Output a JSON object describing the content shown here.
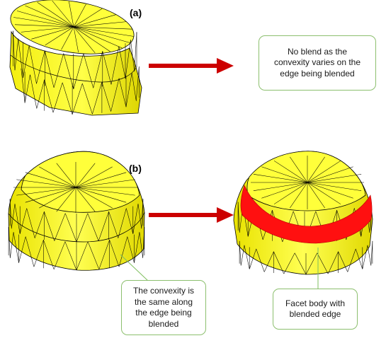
{
  "labels": {
    "panel_a": "(a)",
    "panel_b": "(b)"
  },
  "callouts": {
    "no_blend": [
      "No blend as the",
      "convexity varies on the",
      "edge being blended"
    ],
    "convexity_same": [
      "The convexity is",
      "the same along",
      "the edge being",
      "blended"
    ],
    "facet_body": [
      "Facet body with",
      "blended edge"
    ]
  },
  "colors": {
    "face_fill": "#ffff3a",
    "face_shade": "#e6e000",
    "facet_line": "#000000",
    "arrow": "#cc0000",
    "blend_band": "#ff1010",
    "callout_border": "#8cbf6e",
    "leader_line": "#7fbf5f"
  },
  "icons": [
    "arrow-right-icon",
    "arrow-right-icon"
  ]
}
